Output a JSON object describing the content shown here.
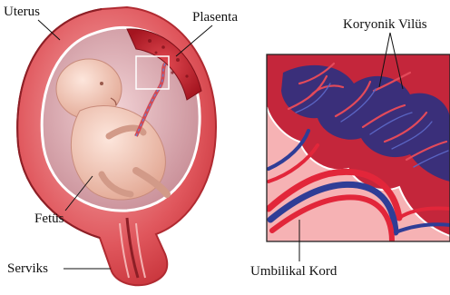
{
  "labels": {
    "uterus": "Uterus",
    "placenta": "Plasenta",
    "fetus": "Fetüs",
    "cervix": "Serviks",
    "chorionic_villi": "Koryonik Vilüs",
    "umbilical_cord": "Umbilikal Kord"
  },
  "colors": {
    "uterus_wall": "#d83d44",
    "uterus_wall_light": "#f0a0a0",
    "amniotic_cavity": "#e3bcc0",
    "fetus_skin": "#f2c9bc",
    "placenta": "#c02430",
    "vein_blue": "#2a3f8f",
    "villi_dark": "#2b2a6e",
    "maternal_tissue": "#f2a7a7",
    "artery_red": "#e0262f"
  }
}
